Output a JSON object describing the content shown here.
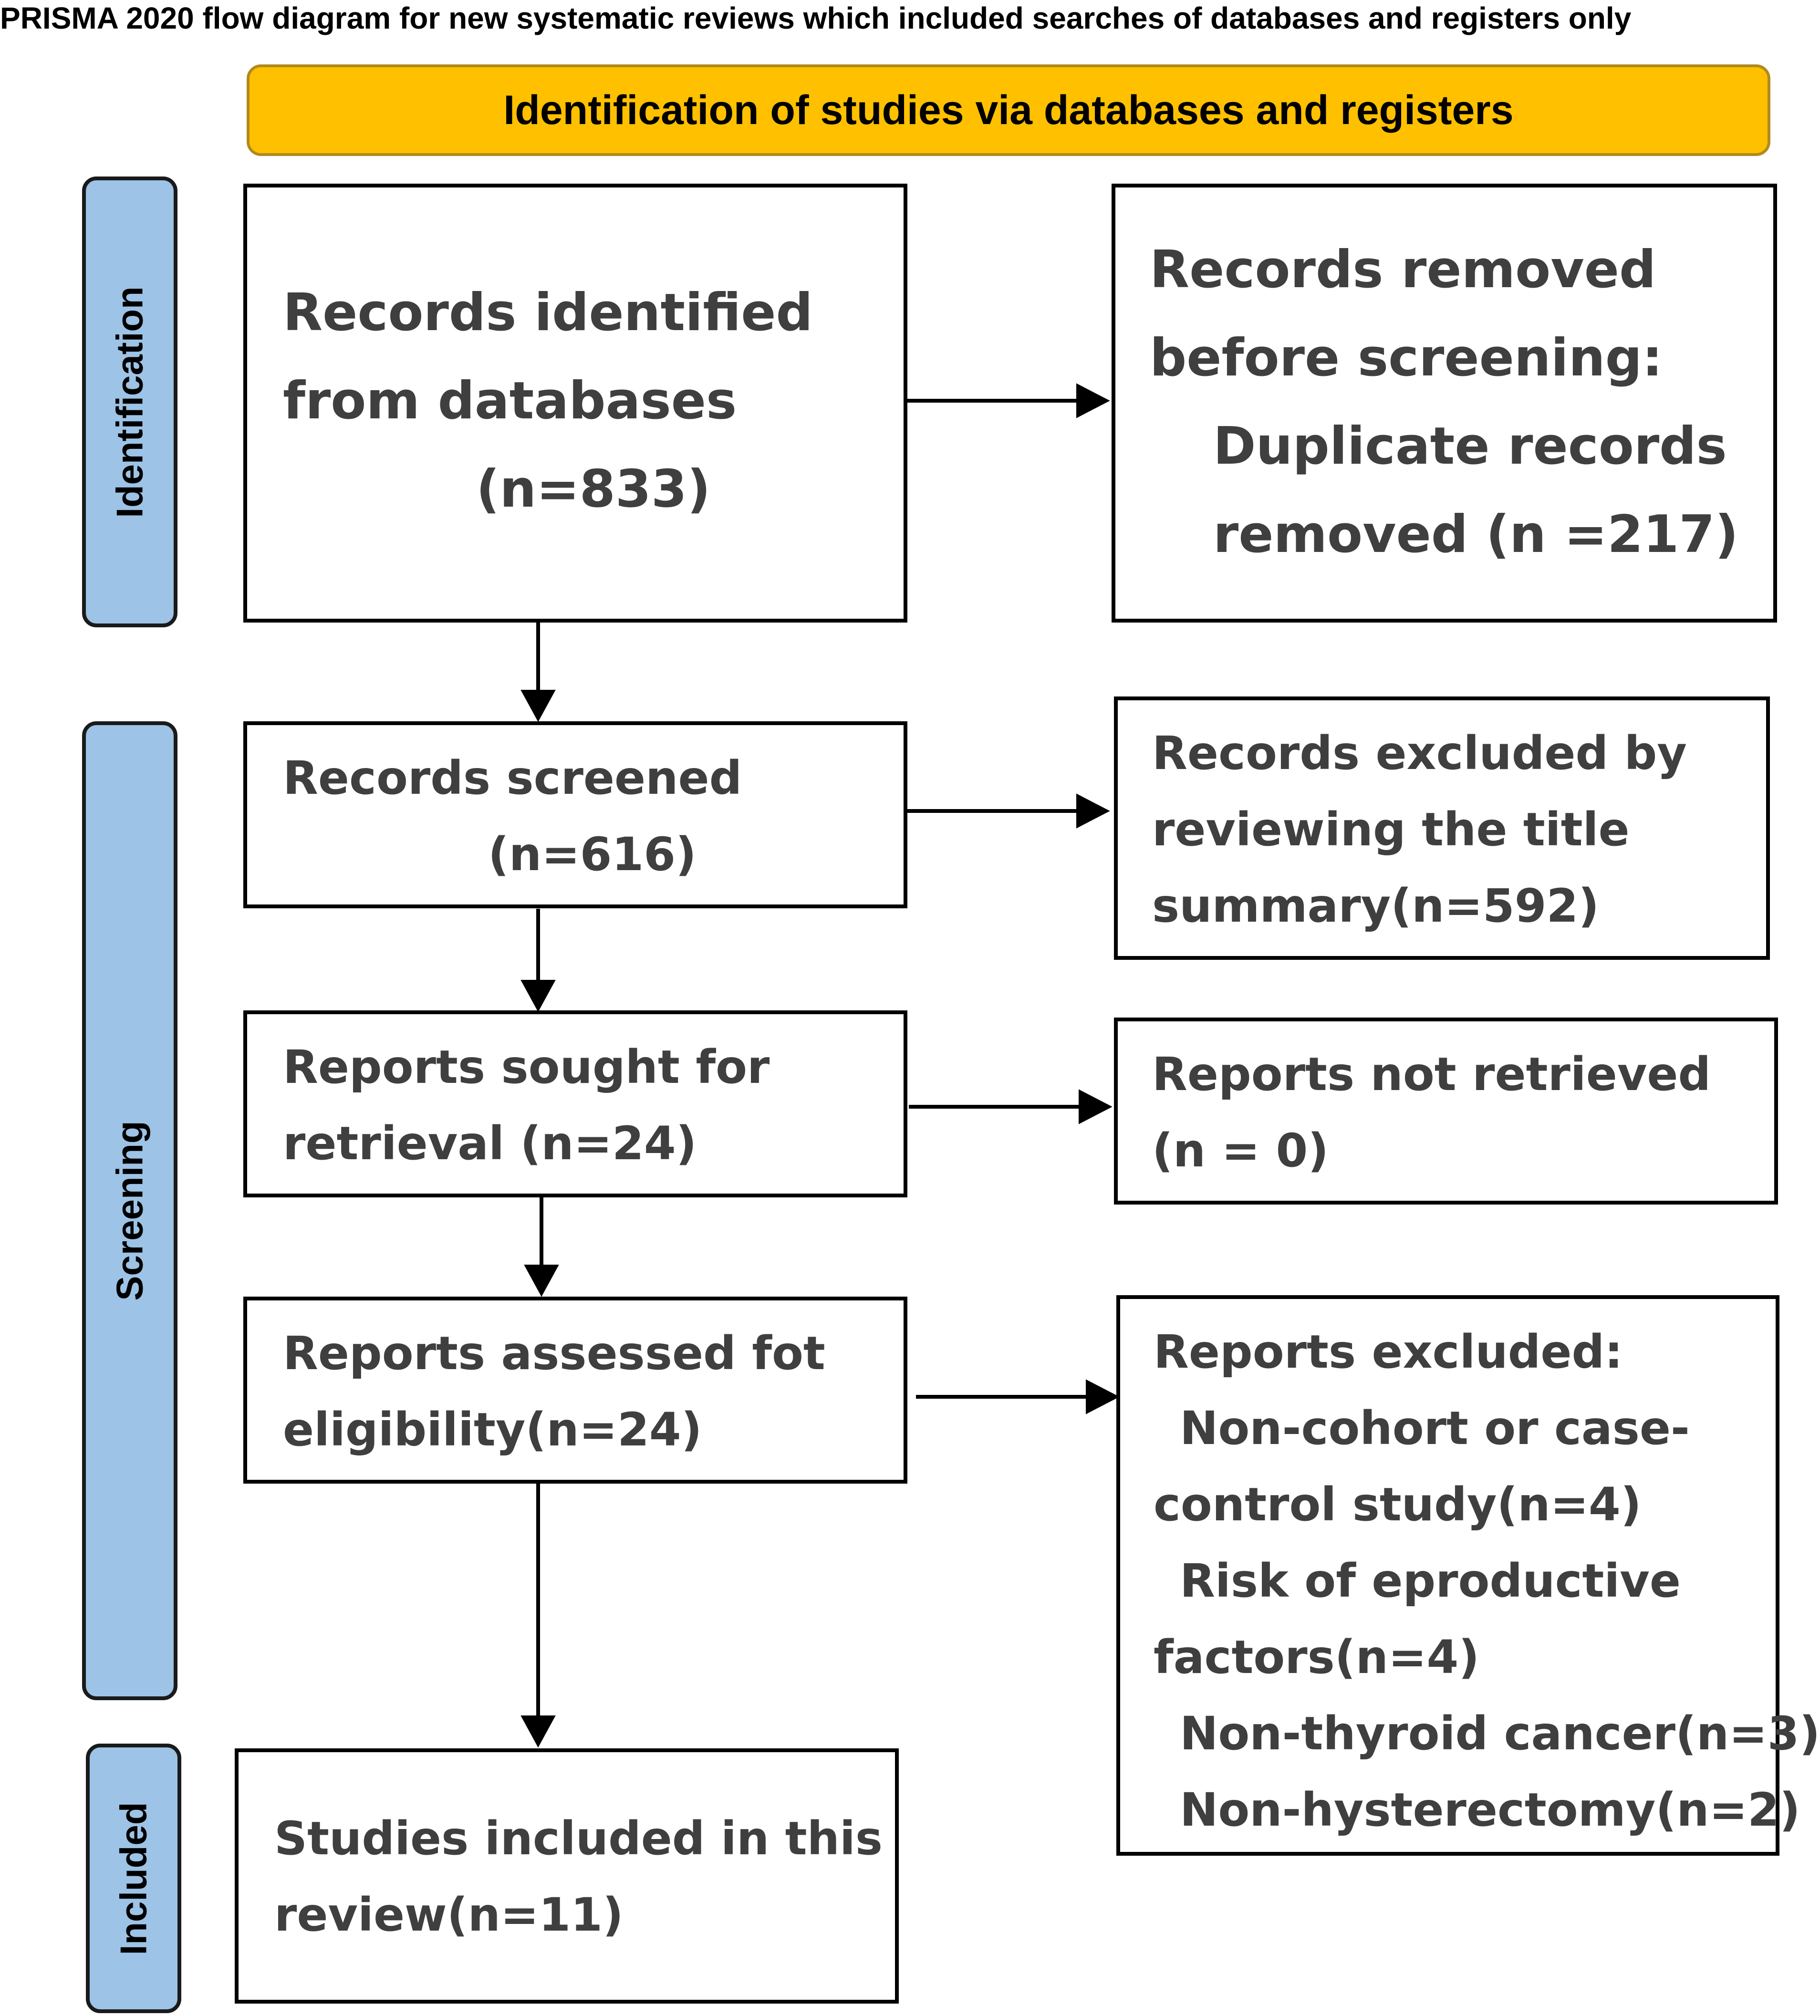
{
  "title": "PRISMA 2020 flow diagram for new systematic reviews which included searches of databases and registers only",
  "banner": "Identification of studies via databases and registers",
  "phases": {
    "identification": "Identification",
    "screening": "Screening",
    "included": "Included"
  },
  "boxes": {
    "records_identified": [
      "Records identified",
      "from databases",
      "(n=833)"
    ],
    "records_removed": [
      "Records removed",
      "before screening:",
      "Duplicate records",
      "removed  (n =217)"
    ],
    "records_screened": [
      "Records screened",
      "(n=616)"
    ],
    "records_excluded": [
      "Records excluded by",
      "reviewing the title",
      "summary(n=592)"
    ],
    "reports_sought": [
      "Reports sought for",
      "retrieval  (n=24)"
    ],
    "reports_not_retrieved": [
      "Reports not retrieved",
      "(n = 0)"
    ],
    "reports_assessed": [
      "Reports assessed fot",
      "eligibility(n=24)"
    ],
    "reports_excluded": [
      "Reports excluded:",
      "Non-cohort or case-",
      "control study(n=4)",
      "Risk of eproductive",
      "factors(n=4)",
      "Non-thyroid cancer(n=3)",
      "Non-hysterectomy(n=2)"
    ],
    "studies_included": [
      "Studies included in this",
      "review(n=11)"
    ]
  }
}
